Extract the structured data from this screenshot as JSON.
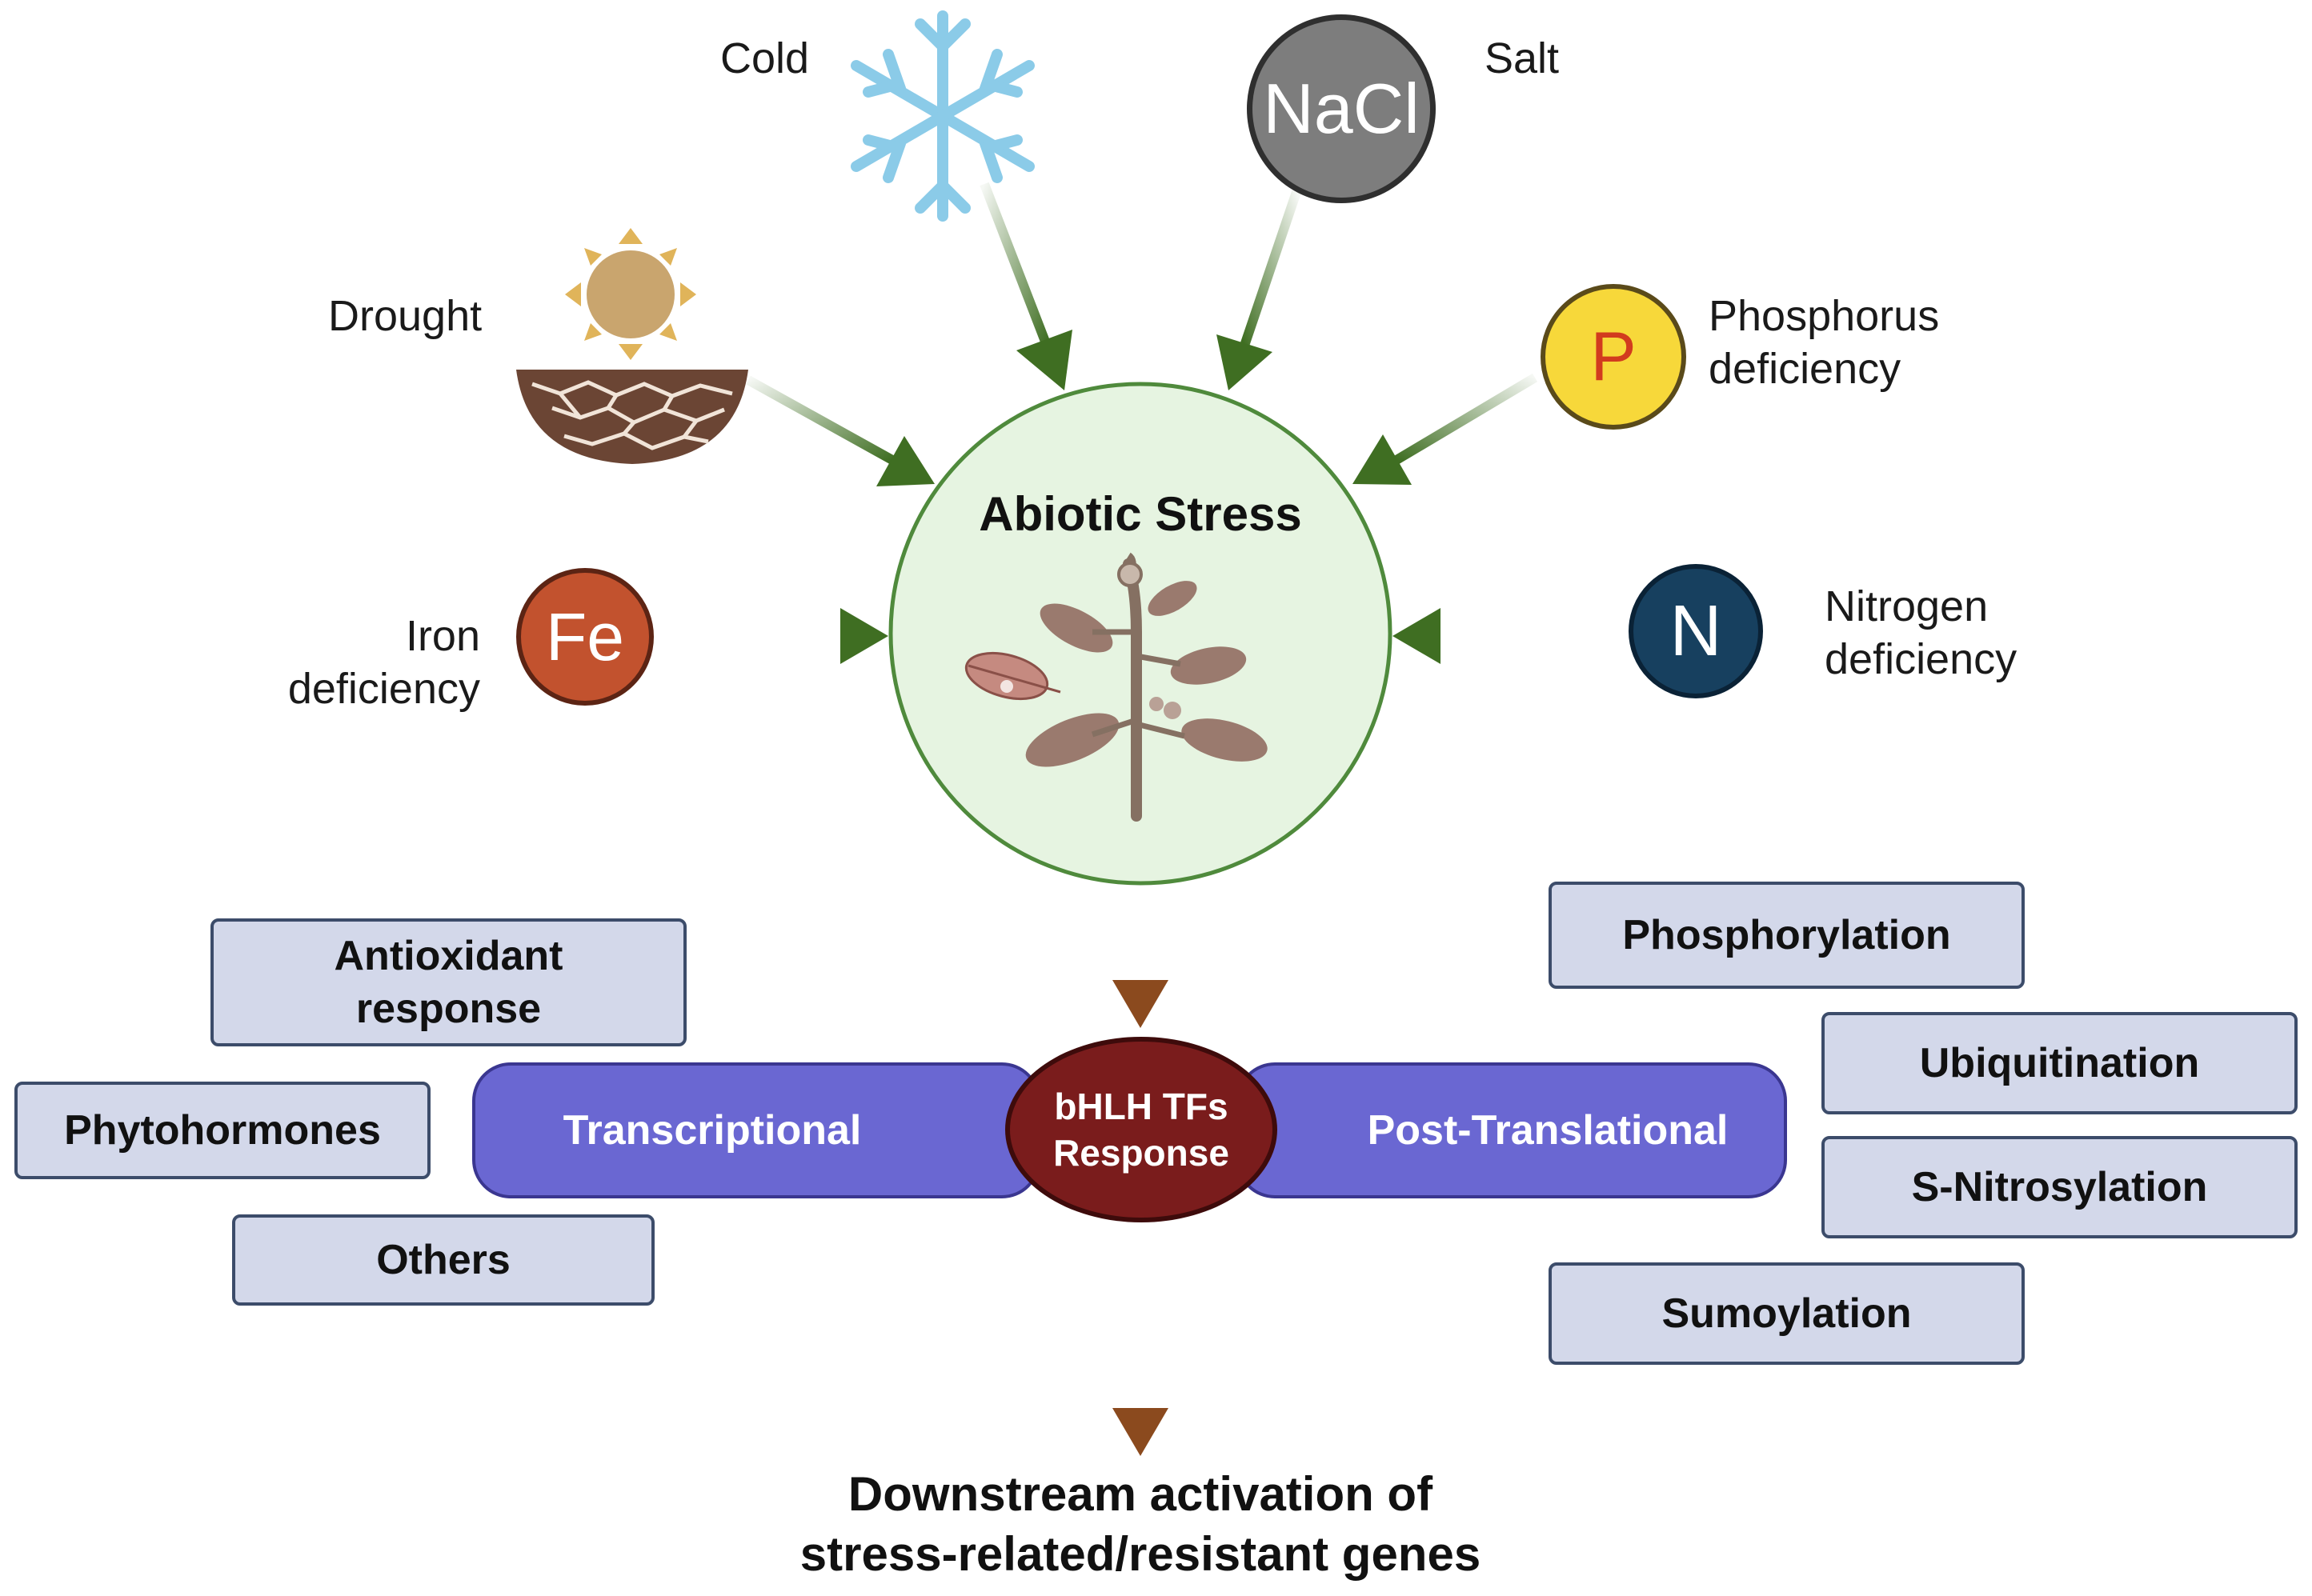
{
  "center": {
    "title": "Abiotic Stress",
    "fill": "#e6f4e1",
    "stroke": "#4f8a3c"
  },
  "stressors": {
    "cold": {
      "label": "Cold",
      "icon": "snowflake-icon"
    },
    "salt": {
      "label": "Salt",
      "token": "NaCl",
      "icon": "nacl-token-icon"
    },
    "drought": {
      "label": "Drought",
      "icon": "sun-dry-soil-icon"
    },
    "phosphorus": {
      "label_line1": "Phosphorus",
      "label_line2": "deficiency",
      "token": "P",
      "icon": "phosphorus-token-icon"
    },
    "iron": {
      "label_line1": "Iron",
      "label_line2": "deficiency",
      "token": "Fe",
      "icon": "iron-token-icon"
    },
    "nitrogen": {
      "label_line1": "Nitrogen",
      "label_line2": "deficiency",
      "token": "N",
      "icon": "nitrogen-token-icon"
    }
  },
  "response": {
    "hub_line1": "bHLH TFs",
    "hub_line2": "Response",
    "left_pill": "Transcriptional",
    "right_pill": "Post-Translational",
    "hub_color": "#7a1c1c",
    "pill_color": "#6a67d2"
  },
  "transcriptional_boxes": {
    "antioxidant_line1": "Antioxidant",
    "antioxidant_line2": "response",
    "phytohormones": "Phytohormones",
    "others": "Others"
  },
  "post_translational_boxes": {
    "phosphorylation": "Phosphorylation",
    "ubiquitination": "Ubiquitination",
    "s_nitrosylation": "S-Nitrosylation",
    "sumoylation": "Sumoylation"
  },
  "outcome": {
    "line1": "Downstream activation of",
    "line2": "stress-related/resistant genes"
  },
  "colors": {
    "input_arrow": "#3f6e22",
    "output_arrow": "#8b4a1e",
    "box_fill": "#d3d8ea",
    "box_border": "#3c4c6a"
  }
}
